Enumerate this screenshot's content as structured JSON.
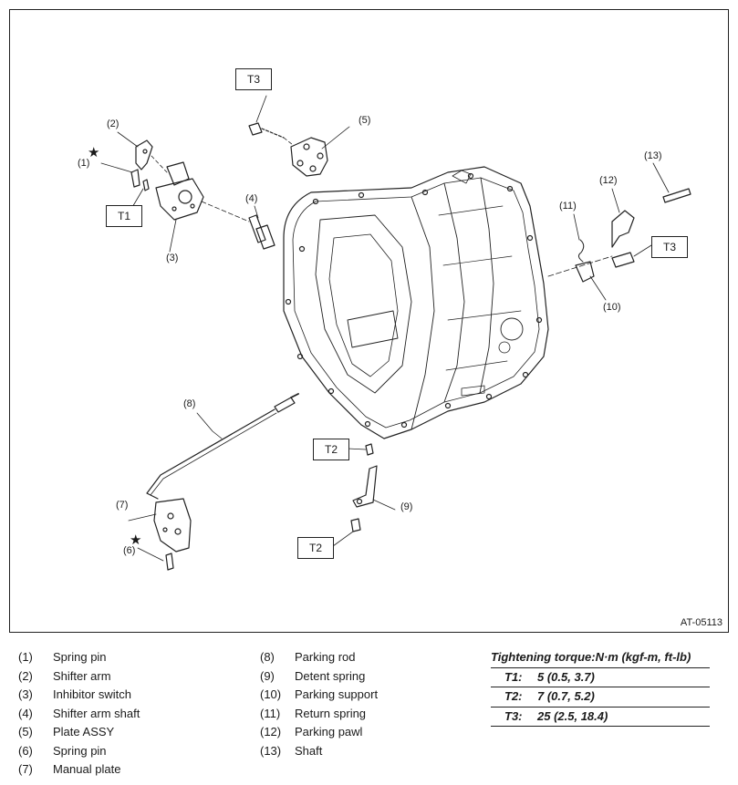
{
  "figure": {
    "code": "AT-05113",
    "callouts": [
      "(1)",
      "(2)",
      "(3)",
      "(4)",
      "(5)",
      "(6)",
      "(7)",
      "(8)",
      "(9)",
      "(10)",
      "(11)",
      "(12)",
      "(13)"
    ],
    "torque_tags": [
      "T1",
      "T2",
      "T2",
      "T3",
      "T3"
    ],
    "star": "★"
  },
  "legend": {
    "items": [
      {
        "num": "(1)",
        "label": "Spring pin"
      },
      {
        "num": "(2)",
        "label": "Shifter arm"
      },
      {
        "num": "(3)",
        "label": "Inhibitor switch"
      },
      {
        "num": "(4)",
        "label": "Shifter arm shaft"
      },
      {
        "num": "(5)",
        "label": "Plate ASSY"
      },
      {
        "num": "(6)",
        "label": "Spring pin"
      },
      {
        "num": "(7)",
        "label": "Manual plate"
      },
      {
        "num": "(8)",
        "label": "Parking rod"
      },
      {
        "num": "(9)",
        "label": "Detent spring"
      },
      {
        "num": "(10)",
        "label": "Parking support"
      },
      {
        "num": "(11)",
        "label": "Return spring"
      },
      {
        "num": "(12)",
        "label": "Parking pawl"
      },
      {
        "num": "(13)",
        "label": "Shaft"
      }
    ]
  },
  "torque": {
    "heading": "Tightening torque:N·m (kgf-m, ft-lb)",
    "rows": [
      {
        "tag": "T1:",
        "value": "5 (0.5, 3.7)"
      },
      {
        "tag": "T2:",
        "value": "7 (0.7, 5.2)"
      },
      {
        "tag": "T3:",
        "value": "25 (2.5, 18.4)"
      }
    ]
  }
}
